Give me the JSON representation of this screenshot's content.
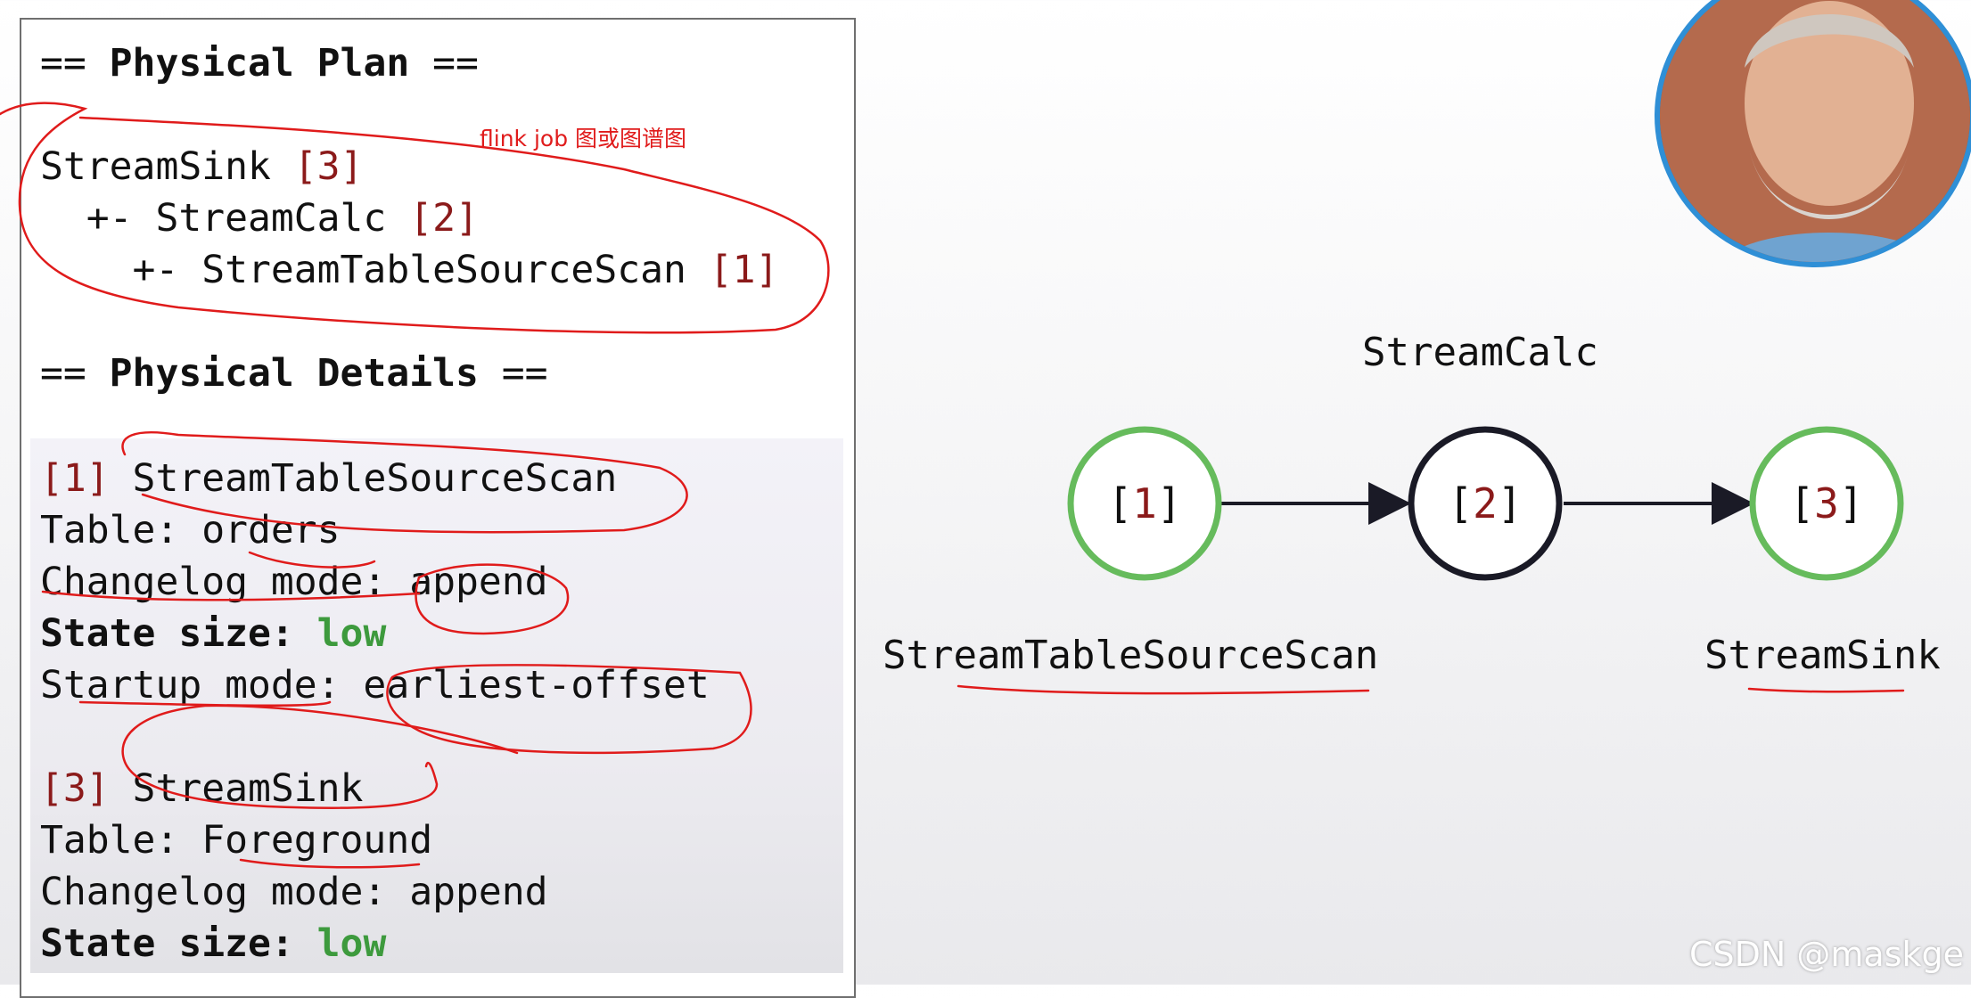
{
  "plan": {
    "heading_prefix": "== ",
    "heading": "Physical Plan",
    "heading_suffix": " ==",
    "lines": [
      {
        "text": "StreamSink ",
        "num": "[3]"
      },
      {
        "text": "  +- StreamCalc ",
        "num": "[2]"
      },
      {
        "text": "    +- StreamTableSourceScan ",
        "num": "[1]"
      }
    ]
  },
  "details": {
    "heading_prefix": "== ",
    "heading": "Physical Details",
    "heading_suffix": " ==",
    "scan": {
      "id": "[1]",
      "name": " StreamTableSourceScan",
      "table": "Table: orders",
      "changelog": "Changelog mode: append",
      "state_label": "State size: ",
      "state_value": "low",
      "startup": "Startup mode: earliest-offset"
    },
    "sink": {
      "id": "[3]",
      "name": " StreamSink",
      "table": "Table: Foreground",
      "changelog": "Changelog mode: append",
      "state_label": "State size: ",
      "state_value": "low"
    }
  },
  "annotation": "flink job 图或图谱图",
  "graph": {
    "nodes": [
      {
        "id": "[1]",
        "label": "StreamTableSourceScan",
        "status": "active"
      },
      {
        "id": "[2]",
        "label": "StreamCalc",
        "status": "normal"
      },
      {
        "id": "[3]",
        "label": "StreamSink",
        "status": "active"
      }
    ],
    "active_color": "#66bb5c",
    "normal_color": "#1a1a26"
  },
  "watermark": "CSDN @maskge"
}
